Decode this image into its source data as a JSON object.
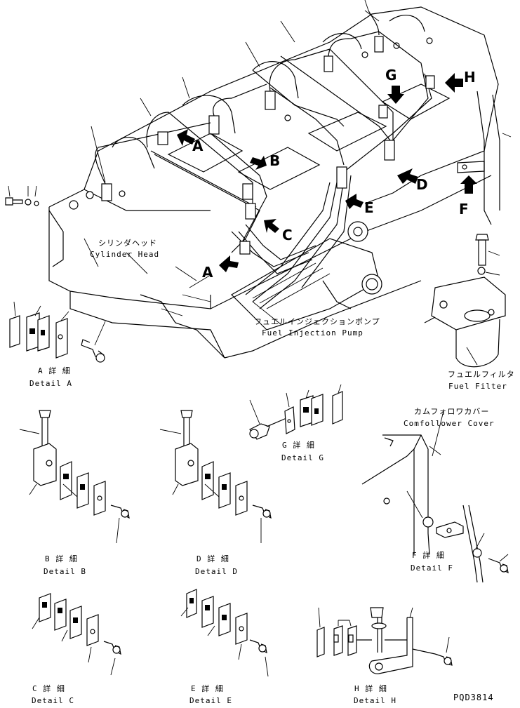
{
  "callouts": [
    "A",
    "B",
    "C",
    "A",
    "D",
    "E",
    "F",
    "G",
    "H"
  ],
  "labels": {
    "cylinder_head_jp": "シリンダヘッド",
    "cylinder_head_en": "Cylinder Head",
    "pump_jp": "フュエルインジェクションポンプ",
    "pump_en": "Fuel Injection Pump",
    "filter_jp": "フュエルフィルタ",
    "filter_en": "Fuel Filter",
    "cover_jp": "カムフォロワカバー",
    "cover_en": "Comfollower Cover"
  },
  "details": {
    "a_jp": "A 詳 細",
    "a_en": "Detail A",
    "b_jp": "B 詳 細",
    "b_en": "Detail B",
    "c_jp": "C 詳 細",
    "c_en": "Detail C",
    "d_jp": "D 詳 細",
    "d_en": "Detail D",
    "e_jp": "E 詳 細",
    "e_en": "Detail E",
    "f_jp": "F 詳 細",
    "f_en": "Detail F",
    "g_jp": "G 詳 細",
    "g_en": "Detail G",
    "h_jp": "H 詳 細",
    "h_en": "Detail H"
  },
  "drawing_number": "PQD3814"
}
